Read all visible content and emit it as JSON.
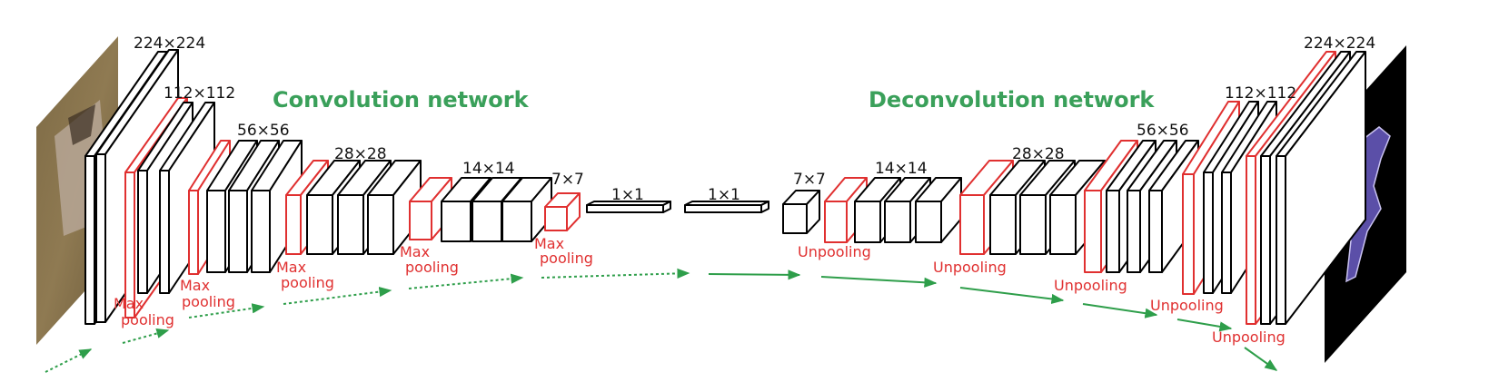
{
  "titles": {
    "conv": "Convolution network",
    "deconv": "Deconvolution network"
  },
  "dims": {
    "c224": "224×224",
    "c112": "112×112",
    "c56": "56×56",
    "c28": "28×28",
    "c14": "14×14",
    "c7": "7×7",
    "fc1": "1×1",
    "fc2": "1×1",
    "d7": "7×7",
    "d14": "14×14",
    "d28": "28×28",
    "d56": "56×56",
    "d112": "112×112",
    "d224": "224×224"
  },
  "labels": {
    "max": "Max",
    "pooling": "pooling",
    "unpooling": "Unpooling"
  },
  "colors": {
    "conv_layer": "#000000",
    "pool_layer": "#e03030",
    "title_green": "#3aa05a",
    "arrow_green": "#2e9e4a",
    "output_shape": "#5b4fa8"
  },
  "images": {
    "input": "dog-photo",
    "output": "segmentation-mask"
  }
}
